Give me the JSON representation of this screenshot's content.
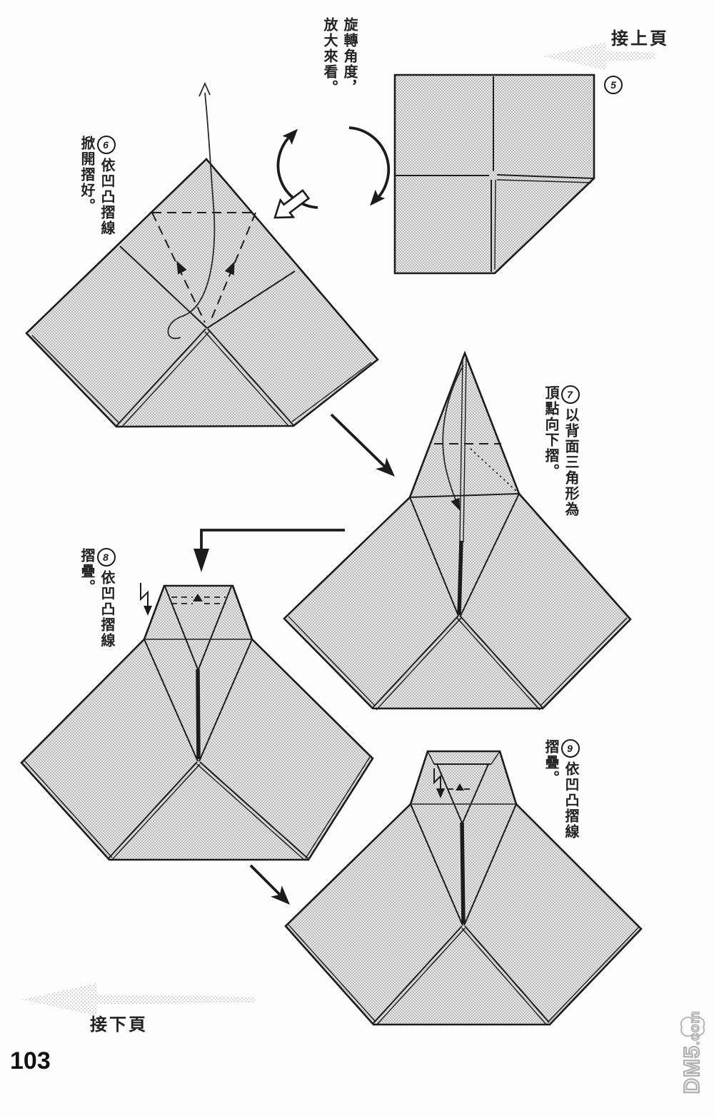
{
  "page": {
    "number": "103",
    "prev_page_label": "接上頁",
    "next_page_label": "接下頁",
    "watermark_main": "DM5",
    "watermark_suffix": ".com"
  },
  "notes": {
    "rotate_line1": "旋轉角度，",
    "rotate_line2": "放大來看。"
  },
  "steps": {
    "s5": {
      "num": "5"
    },
    "s6": {
      "num": "6",
      "line1": "依凹凸摺線",
      "line2": "掀開摺好。"
    },
    "s7": {
      "num": "7",
      "line1": "以背面三角形為",
      "line2": "頂點向下摺。"
    },
    "s8": {
      "num": "8",
      "line1": "依凹凸摺線",
      "line2": "摺疊。"
    },
    "s9": {
      "num": "9",
      "line1": "依凹凸摺線",
      "line2": "摺疊。"
    }
  },
  "colors": {
    "ink": "#1c1c1c",
    "paper": "#fdfdfd",
    "halftone": "#a9a9a9",
    "halftone_bg": "#ececec",
    "gray_arrow": "#c6c6c6",
    "watermark": "#adadad"
  }
}
